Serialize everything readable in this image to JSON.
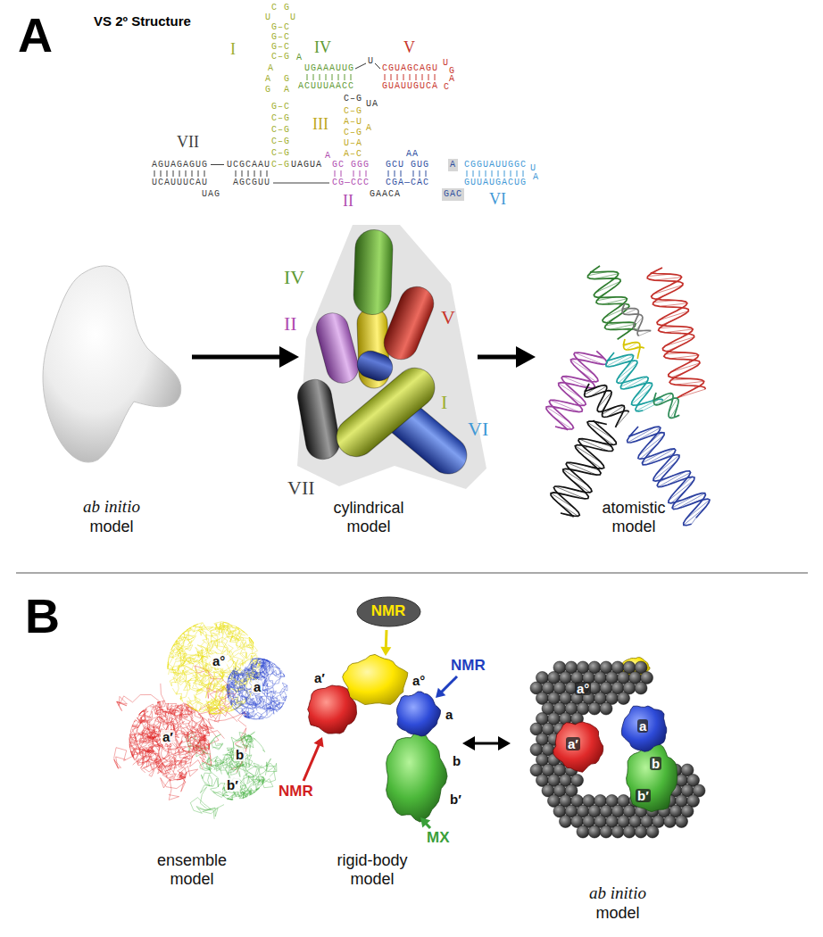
{
  "diagram": {
    "nodes": [
      {
        "text": [
          "ab initio",
          "model"
        ]
      },
      {
        "text": [
          "cylindrical model"
        ]
      },
      {
        "text": [
          "atomistic model"
        ]
      },
      {
        "text": [
          "NMR"
        ]
      },
      {
        "text": [
          "ensemble model"
        ]
      },
      {
        "text": [
          "rigid-body model"
        ]
      },
      {
        "text": [
          "ab initio",
          "model"
        ]
      }
    ],
    "edges": [
      {
        "from": 0,
        "to": 1,
        "arrow": "to"
      },
      {
        "from": 1,
        "to": 2,
        "arrow": "to"
      },
      {
        "from": 5,
        "to": 6,
        "arrow": "both"
      }
    ],
    "labels": [
      "A",
      "VS 2º Structure",
      "I",
      "C G",
      "U   U",
      "G–C",
      "G–C",
      "G–C",
      "C–G",
      "A",
      "A  G",
      "G  A",
      "G–C",
      "C–G",
      "C–G",
      "C–G",
      "C–G",
      "C–G",
      "IV",
      "A",
      "UGAAAUUG",
      "ACUUUAACC",
      "U",
      "V",
      "CGUAGCAGU",
      "U",
      "G",
      "A",
      "C",
      "GUAUUGUCA",
      "C–G",
      "UA",
      "III",
      "C–G",
      "A–U",
      "A",
      "C–G",
      "U–A",
      "A–C",
      "VII",
      "AGUAGAGUG",
      "UCGCAAU",
      "UAGUA",
      "A",
      "GC GGG",
      "GCU",
      "AA",
      "GUG",
      "A",
      "CGGUAUUGGC",
      "U",
      "A",
      "UCAUUUCAU",
      "UAG",
      "AGCGUU",
      "CG—CCC",
      "GAACA",
      "II",
      "CGA—CAC",
      "GAC",
      "GUUAUGACUG",
      "VI",
      "IV",
      "V",
      "II",
      "I",
      "VI",
      "VII",
      "B",
      "a°",
      "a",
      "a′",
      "b",
      "b′",
      "NMR",
      "a°",
      "a′",
      "a",
      "b",
      "NMR",
      "b′",
      "MX",
      "a°",
      "a′",
      "a",
      "b",
      "b′"
    ]
  }
}
